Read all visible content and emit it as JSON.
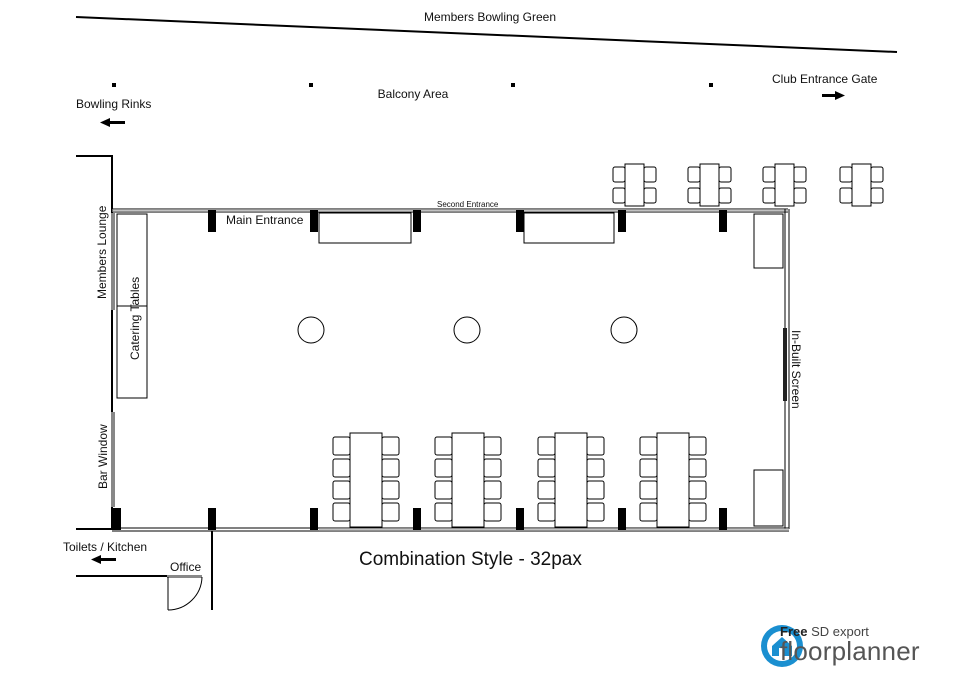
{
  "labels": {
    "members_bowling_green": "Members Bowling Green",
    "balcony_area": "Balcony Area",
    "bowling_rinks": "Bowling Rinks",
    "club_entrance_gate": "Club Entrance Gate",
    "main_entrance": "Main Entrance",
    "second_entrance": "Second Entrance",
    "members_lounge": "Members Lounge",
    "catering_tables": "Catering Tables",
    "bar_window": "Bar Window",
    "in_built_screen": "In-Built Screen",
    "toilets_kitchen": "Toilets / Kitchen",
    "office": "Office",
    "caption": "Combination Style - 32pax"
  },
  "logo": {
    "tagline_prefix": "Free",
    "tagline_rest": "SD export",
    "brand": "floorplanner",
    "brand_color": "#1a8fd0"
  }
}
